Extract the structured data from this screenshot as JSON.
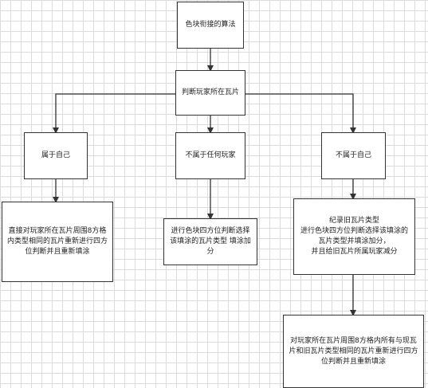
{
  "nodes": {
    "start": "色块衔接的算法",
    "judge": "判断玩家所在瓦片",
    "own": "属于自己",
    "nobody": "不属于任何玩家",
    "other": "不属于自己",
    "own_action": "直接对玩家所在瓦片周围8方格内类型相同的瓦片重新进行四方位判断并且重新填涂",
    "nobody_action": "进行色块四方位判断选择该填涂的瓦片类型 填涂加分",
    "other_action": "纪录旧瓦片类型\n进行色块四方位判断选择该填涂的瓦片类型并填涂加分，\n并且给旧瓦片所属玩家减分",
    "other_final": "对玩家所在瓦片周围8方格内所有与现瓦片和旧瓦片类型相同的瓦片重新进行四方位判断并且重新填涂"
  },
  "colors": {
    "line": "#333333",
    "grid": "#dcdcdc"
  }
}
